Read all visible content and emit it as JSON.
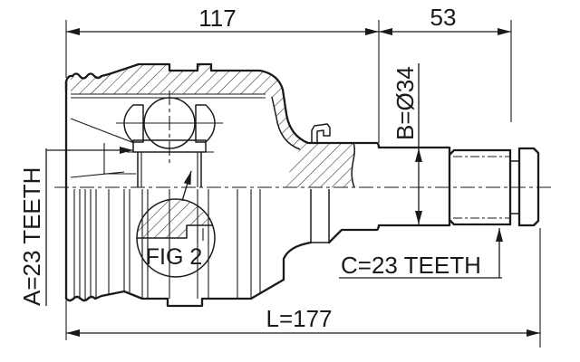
{
  "drawing": {
    "kind": "cv-joint-cross-section",
    "figure_label": "FIG 2",
    "colors": {
      "line": "#1a1a1a",
      "background": "#ffffff"
    },
    "labels": {
      "dim_housing_length": "117",
      "dim_shaft_length": "53",
      "dim_total_length": "L=177",
      "dim_shaft_diameter": "B=Ø34",
      "spline_inner": "A=23 TEETH",
      "spline_outer": "C=23 TEETH"
    }
  }
}
